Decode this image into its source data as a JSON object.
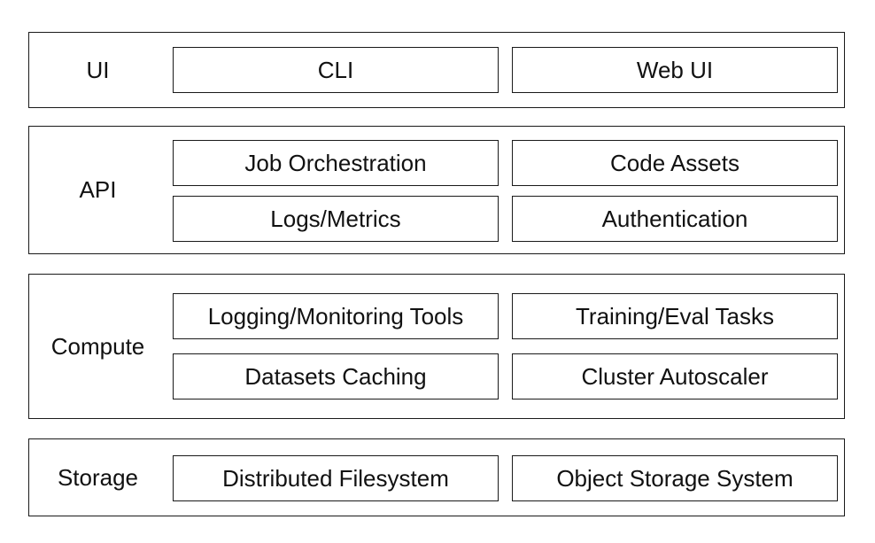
{
  "layers": [
    {
      "label": "UI",
      "boxes": [
        "CLI",
        "Web UI"
      ]
    },
    {
      "label": "API",
      "boxes": [
        "Job Orchestration",
        "Code Assets",
        "Logs/Metrics",
        "Authentication"
      ]
    },
    {
      "label": "Compute",
      "boxes": [
        "Logging/Monitoring Tools",
        "Training/Eval Tasks",
        "Datasets Caching",
        "Cluster Autoscaler"
      ]
    },
    {
      "label": "Storage",
      "boxes": [
        "Distributed Filesystem",
        "Object Storage System"
      ]
    }
  ]
}
